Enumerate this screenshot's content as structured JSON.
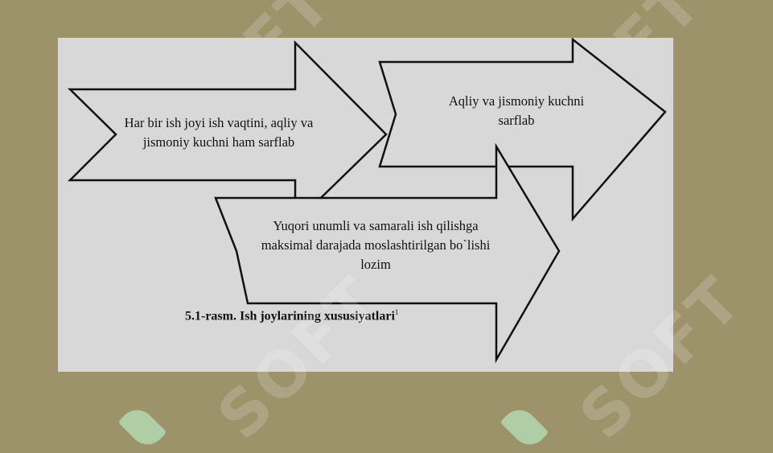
{
  "watermark": {
    "text": "SOFT"
  },
  "diagram": {
    "arrows": [
      {
        "id": "arrow-1",
        "lines": [
          "Har bir ish joyi ish vaqtini, aqliy va",
          "jismoniy kuchni ham sarflab"
        ]
      },
      {
        "id": "arrow-2",
        "lines": [
          "Aqliy va jismoniy kuchni",
          "sarflab"
        ]
      },
      {
        "id": "arrow-3",
        "lines": [
          "Yuqori unumli va samarali ish qilishga",
          "maksimal darajada moslashtirilgan bo`lishi",
          "lozim"
        ]
      }
    ],
    "caption": {
      "text": "5.1-rasm. Ish joylarining xususiyatlari",
      "footnote": "1"
    }
  },
  "colors": {
    "slide_bg": "#9d936b",
    "panel_bg": "#d8d8d8",
    "arrow_fill": "#d8d8d8",
    "arrow_stroke": "#111111"
  }
}
